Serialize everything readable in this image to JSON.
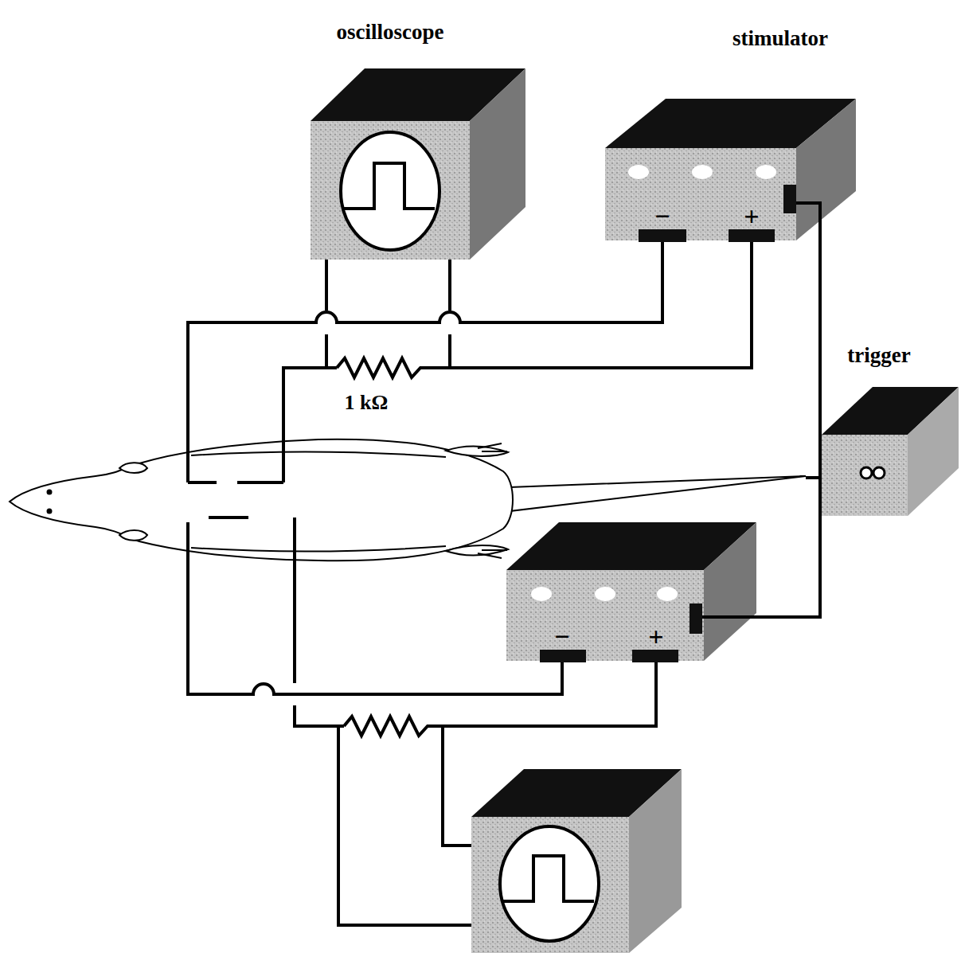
{
  "diagram": {
    "labels": [
      "oscilloscope",
      "stimulator",
      "trigger",
      "1 kΩ",
      "−",
      "+",
      "−",
      "+"
    ]
  }
}
